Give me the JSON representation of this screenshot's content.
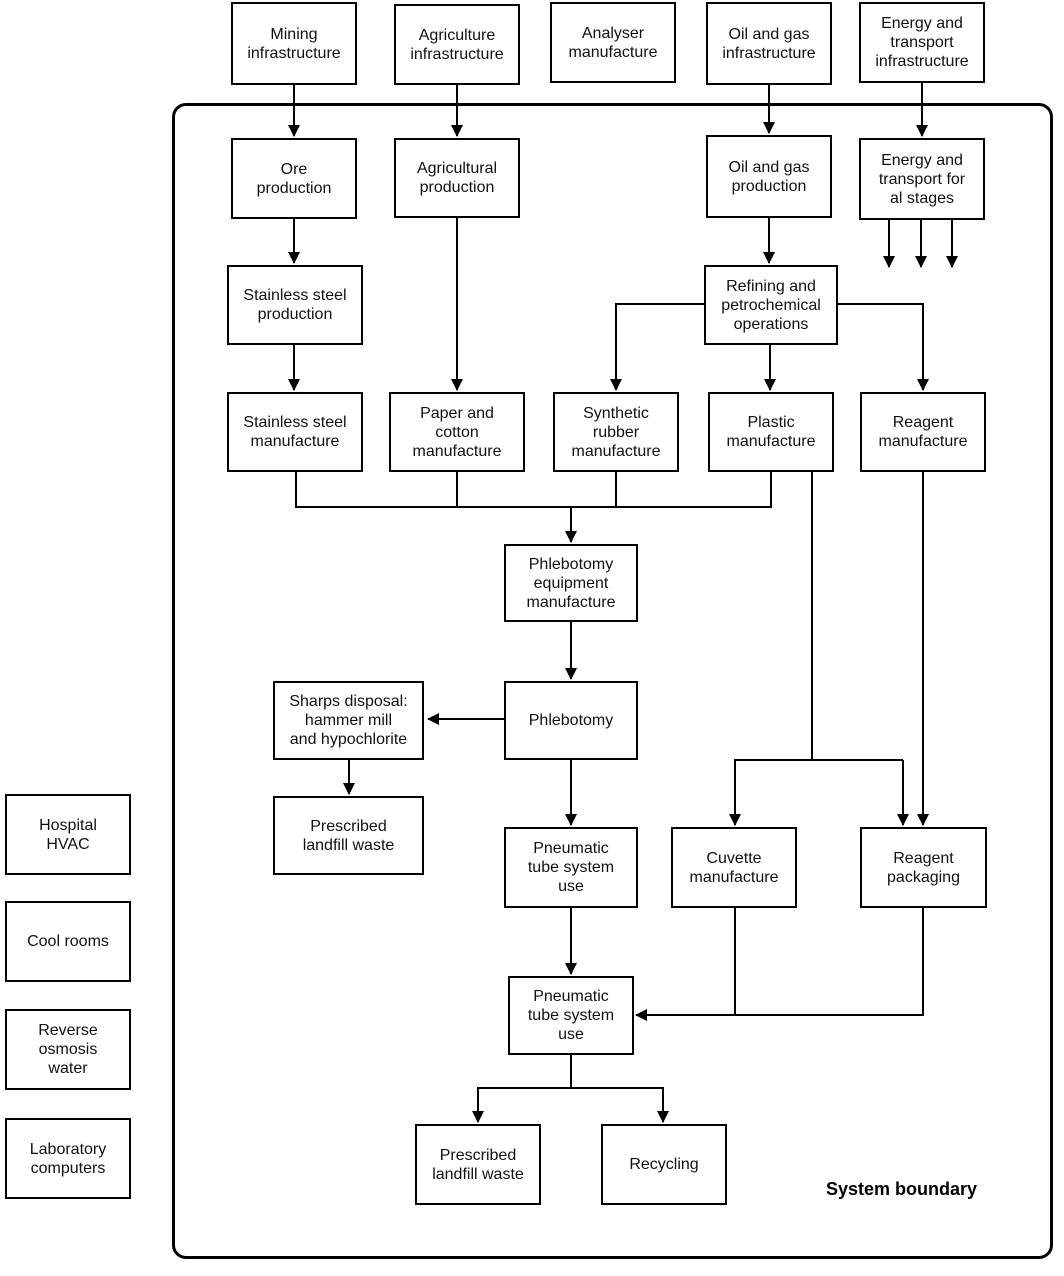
{
  "boundary_label": "System boundary",
  "external_inputs": {
    "mining": "Mining\ninfrastructure",
    "agriculture": "Agriculture\ninfrastructure",
    "analyser": "Analyser\nmanufacture",
    "oil_gas": "Oil and gas\ninfrastructure",
    "energy_transport": "Energy and\ntransport\ninfrastructure"
  },
  "side_inputs": {
    "hvac": "Hospital\nHVAC",
    "cool_rooms": "Cool rooms",
    "ro_water": "Reverse\nosmosis\nwater",
    "lab_computers": "Laboratory\ncomputers"
  },
  "stages": {
    "ore": "Ore\nproduction",
    "agri_prod": "Agricultural\nproduction",
    "oil_gas_prod": "Oil and gas\nproduction",
    "energy_all": "Energy and\ntransport for\nal stages",
    "ss_prod": "Stainless steel\nproduction",
    "refining": "Refining and\npetrochemical\noperations",
    "ss_manu": "Stainless steel\nmanufacture",
    "paper": "Paper and\ncotton\nmanufacture",
    "rubber": "Synthetic\nrubber\nmanufacture",
    "plastic": "Plastic\nmanufacture",
    "reagent_manu": "Reagent\nmanufacture",
    "phleb_equip": "Phlebotomy\nequipment\nmanufacture",
    "sharps": "Sharps disposal:\nhammer mill\nand hypochlorite",
    "phlebotomy": "Phlebotomy",
    "landfill1": "Prescribed\nlandfill waste",
    "pts1": "Pneumatic\ntube system\nuse",
    "cuvette": "Cuvette\nmanufacture",
    "reagent_pack": "Reagent\npackaging",
    "pts2": "Pneumatic\ntube system\nuse",
    "landfill2": "Prescribed\nlandfill waste",
    "recycling": "Recycling"
  }
}
